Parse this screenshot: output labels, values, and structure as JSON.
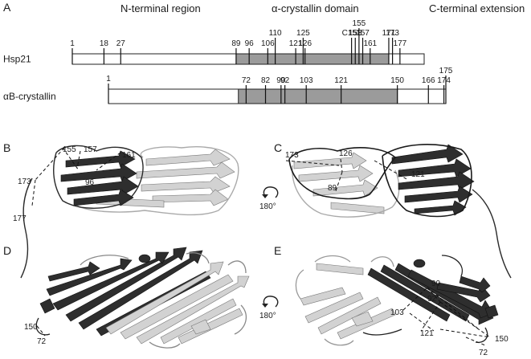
{
  "panels": {
    "a": "A",
    "b": "B",
    "c": "C",
    "d": "D",
    "e": "E"
  },
  "regions": {
    "n_terminal": "N-terminal region",
    "acd": "α-crystallin domain",
    "c_terminal": "C-terminal extension"
  },
  "proteins": [
    {
      "name": "Hsp21",
      "length": 190,
      "acd_range": [
        89,
        171
      ],
      "positions": [
        {
          "label": "1",
          "residue": 1
        },
        {
          "label": "18",
          "residue": 18
        },
        {
          "label": "27",
          "residue": 27
        },
        {
          "label": "89",
          "residue": 89
        },
        {
          "label": "96",
          "residue": 96
        },
        {
          "label": "106",
          "residue": 106
        },
        {
          "label": "110",
          "residue": 110
        },
        {
          "label": "121",
          "residue": 121
        },
        {
          "label": "125",
          "residue": 125
        },
        {
          "label": "126",
          "residue": 126
        },
        {
          "label": "C151",
          "residue": 151
        },
        {
          "label": "153",
          "residue": 153
        },
        {
          "label": "155",
          "residue": 155
        },
        {
          "label": "157",
          "residue": 157
        },
        {
          "label": "161",
          "residue": 161
        },
        {
          "label": "171",
          "residue": 171
        },
        {
          "label": "173",
          "residue": 173
        },
        {
          "label": "177",
          "residue": 177
        }
      ]
    },
    {
      "name": "αB-crystallin",
      "length": 175,
      "acd_range": [
        68,
        150
      ],
      "positions": [
        {
          "label": "1",
          "residue": 1
        },
        {
          "label": "72",
          "residue": 72
        },
        {
          "label": "82",
          "residue": 82
        },
        {
          "label": "90",
          "residue": 90
        },
        {
          "label": "92",
          "residue": 92
        },
        {
          "label": "103",
          "residue": 103
        },
        {
          "label": "121",
          "residue": 121
        },
        {
          "label": "150",
          "residue": 150
        },
        {
          "label": "166",
          "residue": 166
        },
        {
          "label": "174",
          "residue": 174
        },
        {
          "label": "175",
          "residue": 175
        }
      ]
    }
  ],
  "structures": {
    "b_labels": [
      "155",
      "157",
      "161",
      "173",
      "96",
      "177"
    ],
    "c_labels": [
      "173",
      "126",
      "89",
      "121"
    ],
    "d_labels": [
      "150",
      "72"
    ],
    "e_labels": [
      "90",
      "92",
      "103",
      "121",
      "150",
      "72"
    ],
    "rotation": "180°"
  },
  "colors": {
    "dark": "#2b2b2b",
    "light": "#c4c4c4",
    "acd_fill": "#9b9b9b"
  }
}
